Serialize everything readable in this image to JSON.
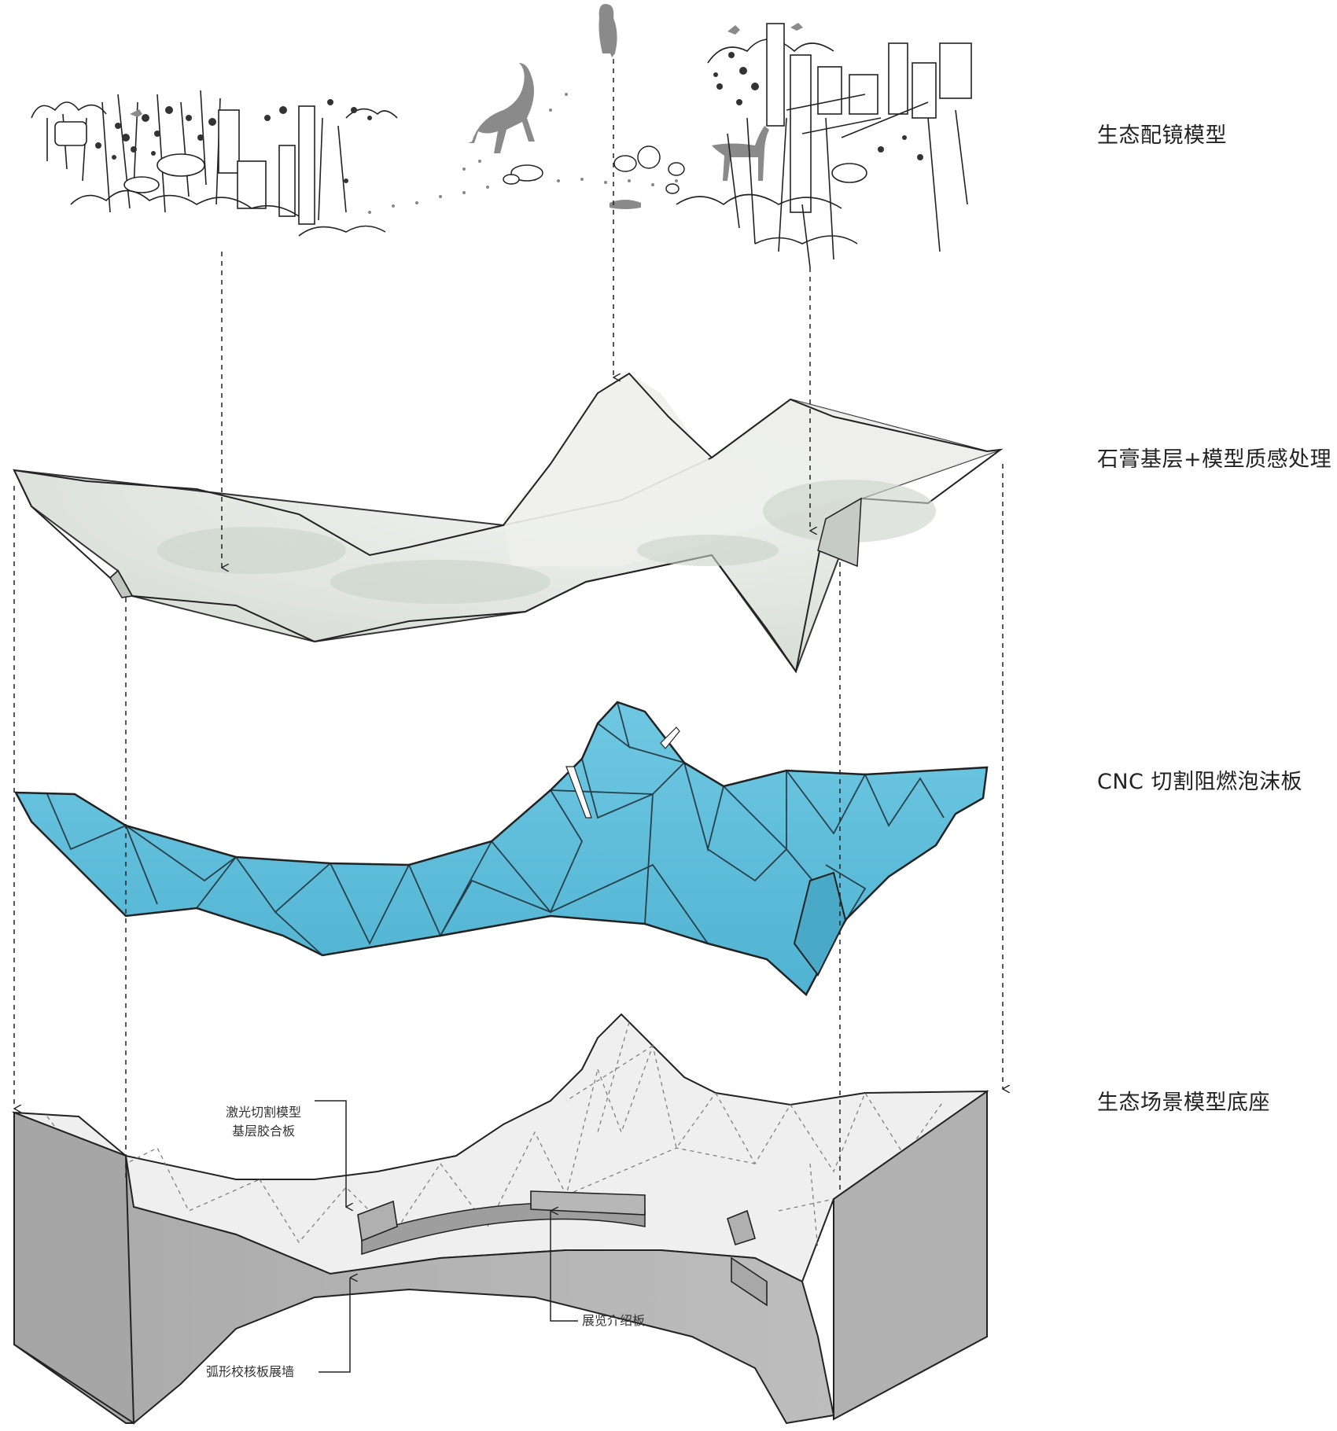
{
  "layers": [
    {
      "id": "ecology",
      "label": "生态配镜模型"
    },
    {
      "id": "plaster",
      "label": "石膏基层+模型质感处理"
    },
    {
      "id": "foam",
      "label": "CNC 切割阻燃泡沫板"
    },
    {
      "id": "base",
      "label": "生态场景模型底座"
    }
  ],
  "callouts": {
    "laser_line1": "激光切割模型",
    "laser_line2": "基层胶合板",
    "exhibit_board": "展览介绍板",
    "curved_wall": "弧形校核板展墙"
  },
  "colors": {
    "foam_fill": "#62bfdb",
    "plaster_fill": "#e3e6e2",
    "base_wall": "#b5b5b5",
    "base_top": "#efefef",
    "line": "#222222"
  }
}
